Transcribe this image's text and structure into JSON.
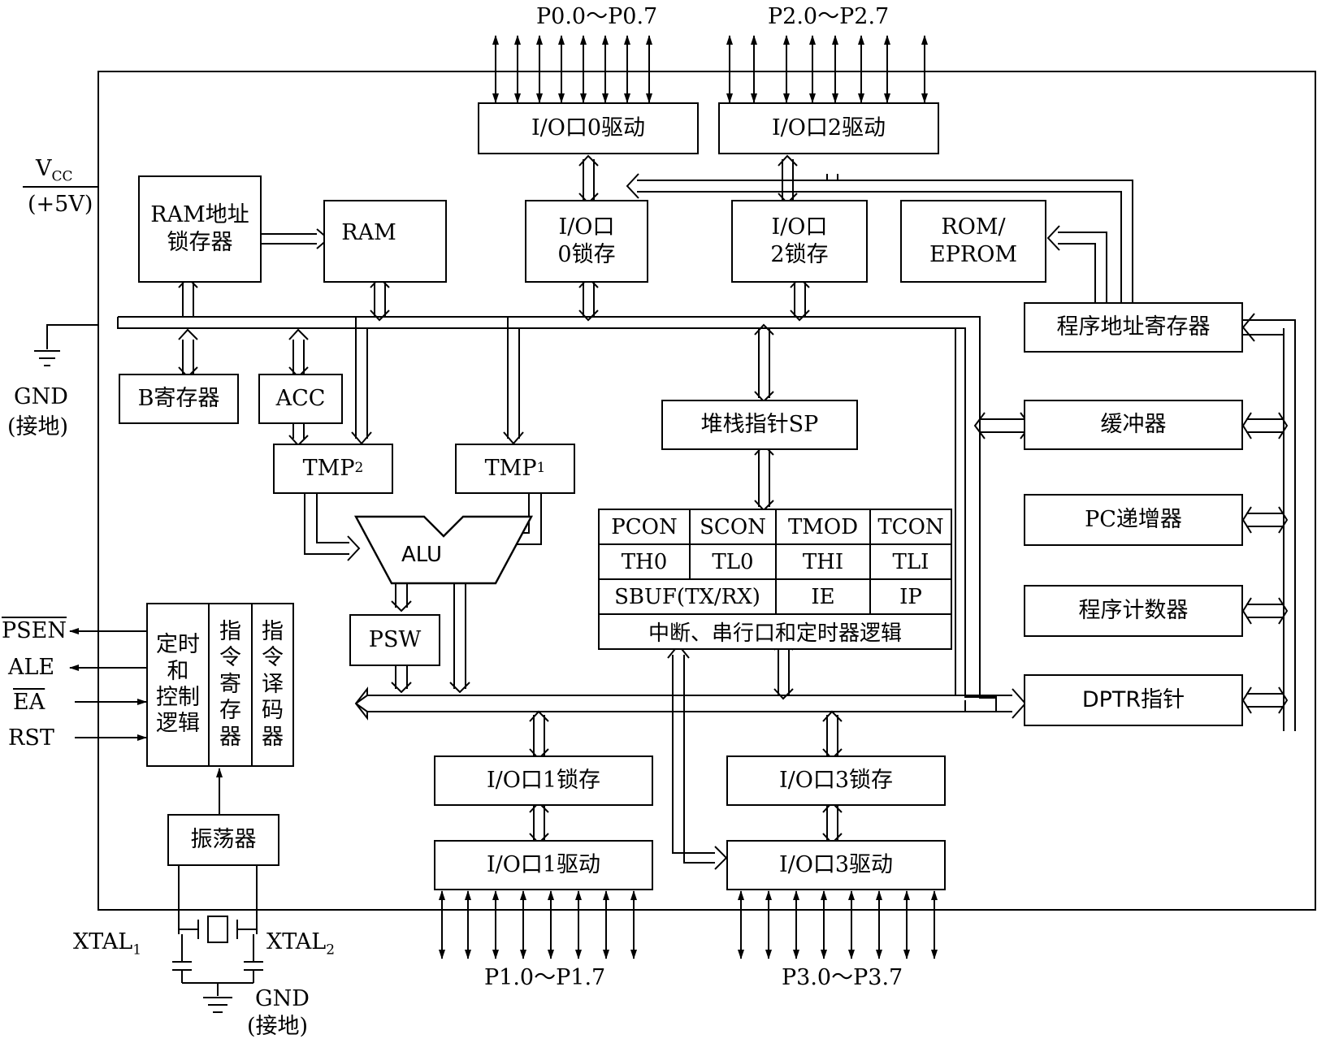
{
  "ports": {
    "p0": "P0.0～P0.7",
    "p2": "P2.0～P2.7",
    "p1": "P1.0～P1.7",
    "p3": "P3.0～P3.7"
  },
  "power": {
    "vcc_main": "V",
    "vcc_sub": "CC",
    "vcc_value": "(+5V)",
    "gnd": "GND",
    "gnd_note": "(接地)"
  },
  "blocks": {
    "io0_driver": "I/O口0驱动",
    "io2_driver": "I/O口2驱动",
    "ram_addr_latch": "RAM地址\n锁存器",
    "ram": "RAM",
    "io0_latch": "I/O口\n0锁存",
    "io2_latch": "I/O口\n2锁存",
    "rom": "ROM/\nEPROM",
    "program_addr_reg": "程序地址寄存器",
    "b_register": "B寄存器",
    "acc": "ACC",
    "tmp2_main": "TMP",
    "tmp2_sub": "2",
    "tmp1_main": "TMP",
    "tmp1_sub": "1",
    "stack_pointer": "堆栈指针SP",
    "buffer": "缓冲器",
    "pc_incrementer": "PC递增器",
    "program_counter": "程序计数器",
    "alu": "ALU",
    "psw": "PSW",
    "dptr": "DPTR指针",
    "io1_latch": "I/O口1锁存",
    "io3_latch": "I/O口3锁存",
    "io1_driver": "I/O口1驱动",
    "io3_driver": "I/O口3驱动",
    "oscillator": "振荡器"
  },
  "sfr_table": {
    "pcon": "PCON",
    "scon": "SCON",
    "tmod": "TMOD",
    "tcon": "TCON",
    "th0": "TH0",
    "tl0": "TL0",
    "th1": "THI",
    "tl1": "TLI",
    "sbuf": "SBUF(TX/RX)",
    "ie": "IE",
    "ip": "IP",
    "footer": "中断、串行口和定时器逻辑"
  },
  "control": {
    "timing": "定时\n和\n控制\n逻辑",
    "instr_reg": "指\n令\n寄\n存\n器",
    "instr_decoder": "指\n令\n译\n码\n器"
  },
  "signals": {
    "psen": "PSEN",
    "ale": "ALE",
    "ea": "EA",
    "rst": "RST",
    "xtal1_main": "XTAL",
    "xtal1_sub": "1",
    "xtal2_main": "XTAL",
    "xtal2_sub": "2",
    "gnd_bottom": "GND",
    "gnd_bottom_note": "(接地)"
  }
}
